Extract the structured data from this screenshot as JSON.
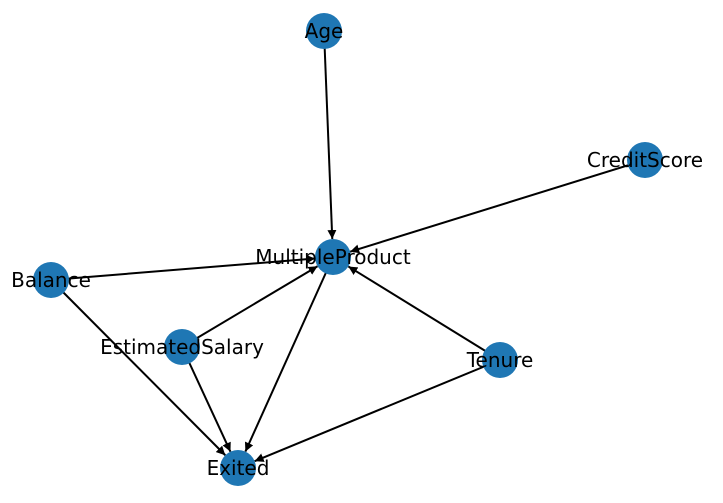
{
  "graph": {
    "node_color": "#1f77b4",
    "edge_color": "#000000",
    "nodes": [
      {
        "id": "age",
        "label": "Age"
      },
      {
        "id": "creditscore",
        "label": "CreditScore"
      },
      {
        "id": "multipleproduct",
        "label": "MultipleProduct"
      },
      {
        "id": "balance",
        "label": "Balance"
      },
      {
        "id": "estimatedsalary",
        "label": "EstimatedSalary"
      },
      {
        "id": "tenure",
        "label": "Tenure"
      },
      {
        "id": "exited",
        "label": "Exited"
      }
    ],
    "edges": [
      {
        "from": "age",
        "to": "multipleproduct"
      },
      {
        "from": "creditscore",
        "to": "multipleproduct"
      },
      {
        "from": "balance",
        "to": "multipleproduct"
      },
      {
        "from": "estimatedsalary",
        "to": "multipleproduct"
      },
      {
        "from": "tenure",
        "to": "multipleproduct"
      },
      {
        "from": "balance",
        "to": "exited"
      },
      {
        "from": "estimatedsalary",
        "to": "exited"
      },
      {
        "from": "multipleproduct",
        "to": "exited"
      },
      {
        "from": "tenure",
        "to": "exited"
      }
    ]
  }
}
